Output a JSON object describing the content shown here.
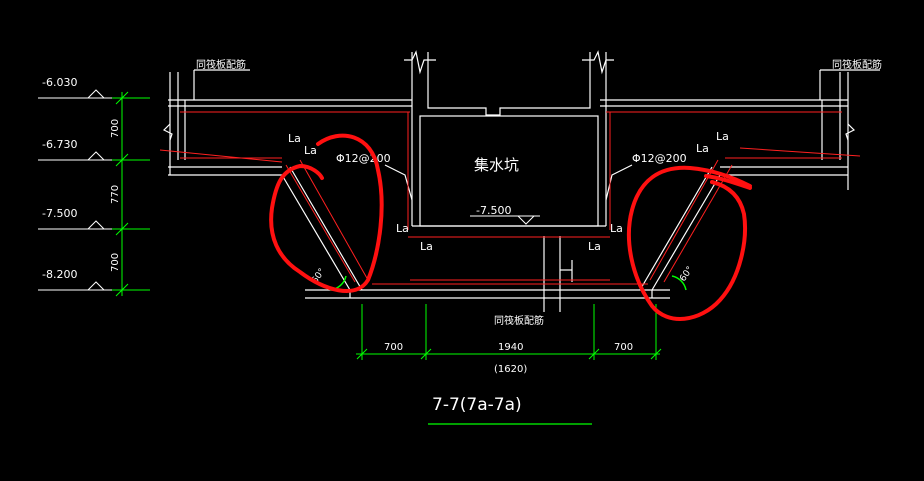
{
  "drawing": {
    "elevations": [
      "-6.030",
      "-6.730",
      "-7.500",
      "-8.200"
    ],
    "vertical_dims": [
      "700",
      "770",
      "700"
    ],
    "bottom_dims": [
      "700",
      "1940",
      "700"
    ],
    "bottom_dim_sub": "(1620)",
    "title": "7-7(7a-7a)",
    "pit_label": "集水坑",
    "pit_elevation": "-7.500",
    "rebar_left": "Φ12@200",
    "rebar_right": "Φ12@200",
    "slab_note_left": "同筏板配筋",
    "slab_note_right": "同筏板配筋",
    "slab_note_bottom": "同筏板配筋",
    "anchor_label": "La",
    "angle_label": "60°"
  },
  "colors": {
    "background": "#000000",
    "lines": "#ffffff",
    "rebar": "#ff2020",
    "dimension": "#00ff00",
    "markup": "#ff1010"
  }
}
